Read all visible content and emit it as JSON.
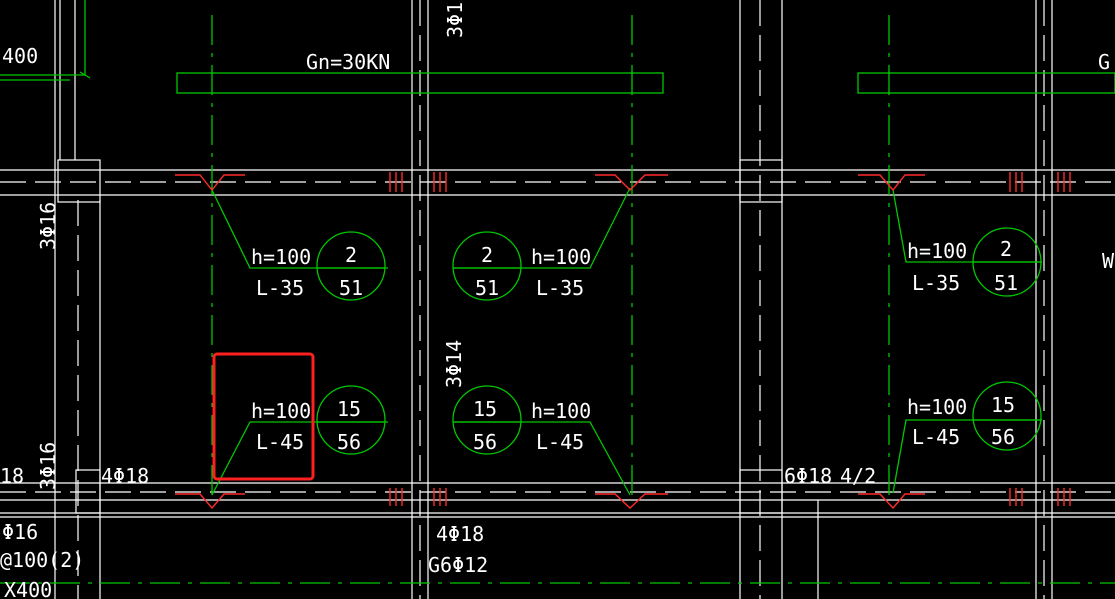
{
  "colors": {
    "background": "#000000",
    "lines": "#ffffff",
    "rebar": "#00c800",
    "marks": "#ff2a2a",
    "highlight": "#ff2020"
  },
  "labels": {
    "top_left_400": "400",
    "load_gn": "Gn=30KN",
    "top_right_g": "G",
    "rebar_3phi1": "3Φ1",
    "rebar_3phi16_left": "3Φ16",
    "rebar_3phi14": "3Φ14",
    "rebar_3phi16_bottom": "3Φ16",
    "rebar_4phi18_left": "4Φ18",
    "rebar_18_left": "18",
    "rebar_6phi18": "6Φ18",
    "fraction_4_2": "4/2",
    "bottom_phi16": "Φ16",
    "bottom_stirrup": "@100(2)",
    "bottom_x400": "X400",
    "bottom_4phi18": "4Φ18",
    "bottom_g6phi12": "G6Φ12",
    "right_edge_w": "W"
  },
  "slabs": [
    {
      "h": "h=100",
      "l": "L-35",
      "top": "2",
      "bottom": "51"
    },
    {
      "h": "h=100",
      "l": "L-35",
      "top": "2",
      "bottom": "51"
    },
    {
      "h": "h=100",
      "l": "L-35",
      "top": "2",
      "bottom": "51"
    },
    {
      "h": "h=100",
      "l": "L-45",
      "top": "15",
      "bottom": "56"
    },
    {
      "h": "h=100",
      "l": "L-45",
      "top": "15",
      "bottom": "56"
    },
    {
      "h": "h=100",
      "l": "L-45",
      "top": "15",
      "bottom": "56"
    }
  ]
}
